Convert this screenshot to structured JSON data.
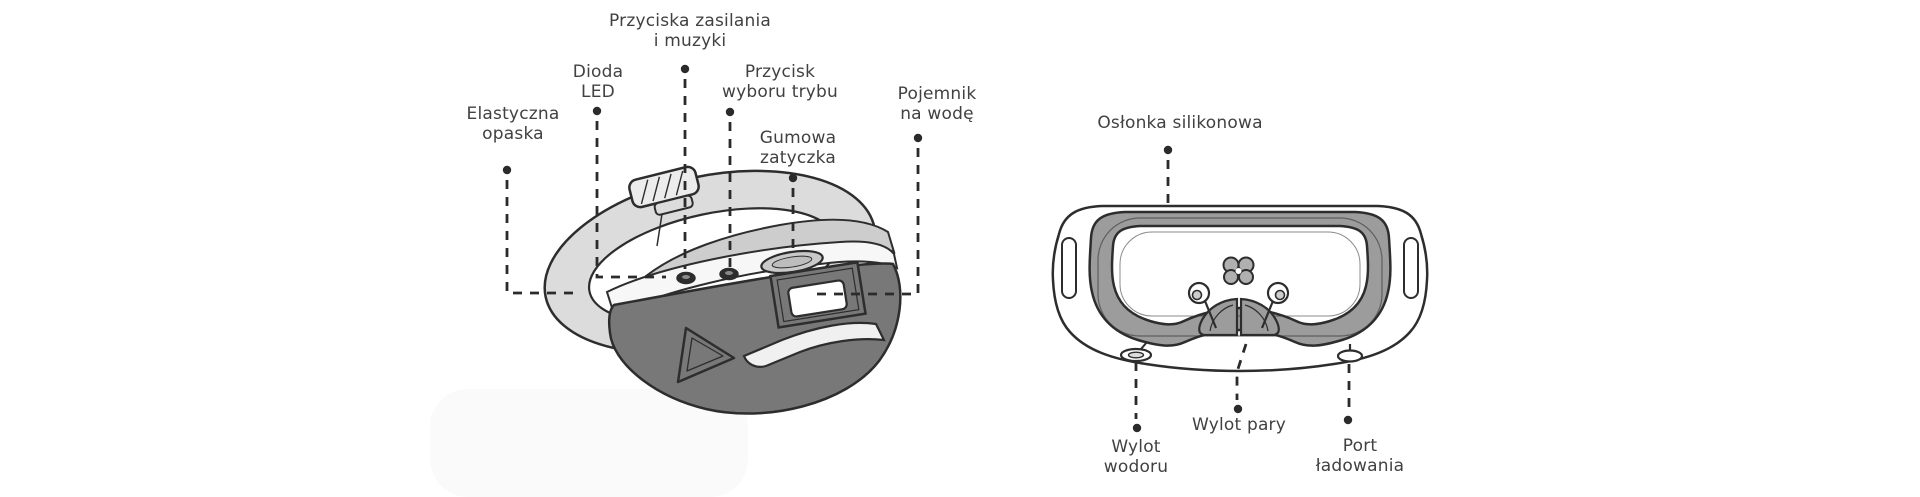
{
  "diagram": {
    "kind": "product-callout-diagram",
    "colors": {
      "background": "#ffffff",
      "outline": "#2d2d2d",
      "body_gray": "#787878",
      "strap_gray": "#dcdcdc",
      "top_face_gray": "#cdcdcd",
      "gasket_gray": "#9c9c9c",
      "rim_white": "#f7f7f7",
      "leader_line": "#2b2b2b",
      "label_text": "#414141",
      "shadow": "#fafafa"
    },
    "left_view": {
      "labels": {
        "power_music_button": "Przyciska zasilania\ni muzyki",
        "led_diode": "Dioda\nLED",
        "mode_select_button": "Przycisk\nwyboru trybu",
        "water_container": "Pojemnik\nna wodę",
        "rubber_plug": "Gumowa\nzatyczka",
        "elastic_band": "Elastyczna\nopaska"
      }
    },
    "right_view": {
      "labels": {
        "silicone_cover": "Osłonka silikonowa",
        "hydrogen_outlet": "Wylot\nwodoru",
        "steam_outlet": "Wylot pary",
        "charging_port": "Port\nładowania"
      }
    }
  }
}
